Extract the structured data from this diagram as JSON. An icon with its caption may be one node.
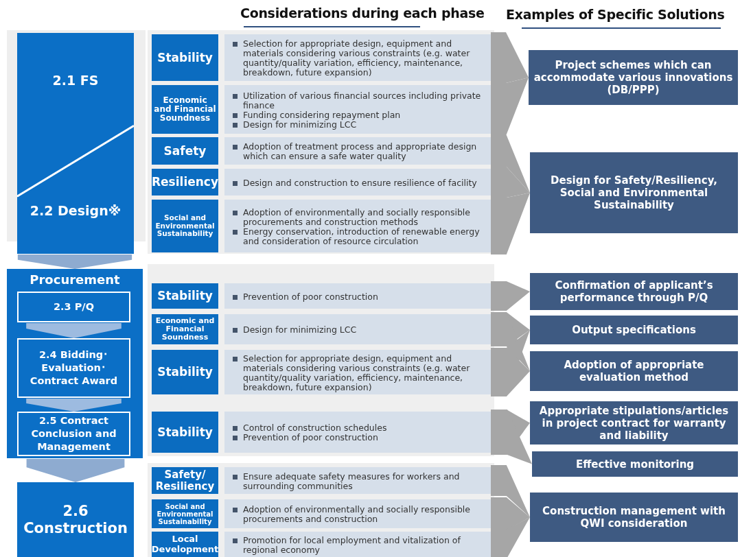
{
  "diagram": {
    "nodes": [
      {
        "text": [
          "2.1 FS",
          "2.2 Design※"
        ]
      },
      {
        "text": [
          "Procurement"
        ]
      },
      {
        "text": [
          "2.3 P/Q"
        ],
        "in": 1
      },
      {
        "text": [
          "2.4 Bidding･ Evaluation･ Contract Award"
        ],
        "in": 1
      },
      {
        "text": [
          "2.5 Contract Conclusion and Management"
        ],
        "in": 1
      },
      {
        "text": [
          "2.6 Construction"
        ]
      },
      {
        "text": [
          "Stability"
        ]
      },
      {
        "text": [
          "Selection for appropriate design, equipment and materials considering various constraints (e.g. water quantity/quality variation, efficiency, maintenance, breakdown, future expansion)"
        ]
      },
      {
        "text": [
          "Economic and Financial Soundness"
        ]
      },
      {
        "text": [
          "Utilization of various financial sources including private finance",
          "Funding considering repayment plan",
          "Design for minimizing LCC"
        ]
      },
      {
        "text": [
          "Safety"
        ]
      },
      {
        "text": [
          "Adoption of treatment process and appropriate design which can ensure a safe water quality"
        ]
      },
      {
        "text": [
          "Resiliency"
        ]
      },
      {
        "text": [
          "Design and construction to ensure resilience of facility"
        ]
      },
      {
        "text": [
          "Social and Environmental Sustainability"
        ]
      },
      {
        "text": [
          "Adoption of environmentally and socially responsible procurements and construction methods",
          "Energy conservation, introduction of renewable energy and consideration of resource circulation"
        ]
      },
      {
        "text": [
          "Stability"
        ]
      },
      {
        "text": [
          "Prevention of poor construction"
        ]
      },
      {
        "text": [
          "Economic and Financial Soundness"
        ]
      },
      {
        "text": [
          "Design for minimizing LCC"
        ]
      },
      {
        "text": [
          "Stability"
        ]
      },
      {
        "text": [
          "Selection for appropriate design, equipment and materials considering various constraints (e.g. water quantity/quality variation, efficiency, maintenance, breakdown, future expansion)"
        ]
      },
      {
        "text": [
          "Stability"
        ]
      },
      {
        "text": [
          "Control of construction schedules",
          "Prevention of poor construction"
        ]
      },
      {
        "text": [
          "Safety/ Resiliency"
        ]
      },
      {
        "text": [
          "Ensure adequate safety measures for workers and surrounding communities"
        ]
      },
      {
        "text": [
          "Social and Environmental Sustainability"
        ]
      },
      {
        "text": [
          "Adoption of environmentally and socially responsible procurements and construction"
        ]
      },
      {
        "text": [
          "Local Development"
        ]
      },
      {
        "text": [
          "Promotion for local employment and vitalization of regional economy"
        ]
      },
      {
        "text": [
          "Project schemes which can accommodate various innovations (DB/PPP)"
        ]
      },
      {
        "text": [
          "Design for Safety/Resiliency, Social and Environmental Sustainability"
        ]
      },
      {
        "text": [
          "Confirmation of applicant’s performance through P/Q"
        ]
      },
      {
        "text": [
          "Output specifications"
        ]
      },
      {
        "text": [
          "Adoption of appropriate evaluation method"
        ]
      },
      {
        "text": [
          "Appropriate stipulations/articles in project contract for warranty and liability"
        ]
      },
      {
        "text": [
          "Effective monitoring"
        ]
      },
      {
        "text": [
          "Construction management with QWI consideration"
        ]
      }
    ],
    "edges": [
      {
        "from": 0,
        "to": 1,
        "arrow": "to"
      },
      {
        "from": 2,
        "to": 3,
        "arrow": "to"
      },
      {
        "from": 3,
        "to": 4,
        "arrow": "to"
      },
      {
        "from": 1,
        "to": 5,
        "arrow": "to"
      },
      {
        "from": 7,
        "to": 30,
        "arrow": "to"
      },
      {
        "from": 9,
        "to": 30,
        "arrow": "to"
      },
      {
        "from": 11,
        "to": 31,
        "arrow": "to"
      },
      {
        "from": 13,
        "to": 31,
        "arrow": "to"
      },
      {
        "from": 15,
        "to": 31,
        "arrow": "to"
      },
      {
        "from": 17,
        "to": 32,
        "arrow": "to"
      },
      {
        "from": 19,
        "to": 33,
        "arrow": "to"
      },
      {
        "from": 19,
        "to": 34,
        "arrow": "to"
      },
      {
        "from": 21,
        "to": 33,
        "arrow": "to"
      },
      {
        "from": 21,
        "to": 34,
        "arrow": "to"
      },
      {
        "from": 23,
        "to": 35,
        "arrow": "to"
      },
      {
        "from": 23,
        "to": 36,
        "arrow": "to"
      },
      {
        "from": 25,
        "to": 37,
        "arrow": "to"
      },
      {
        "from": 27,
        "to": 37,
        "arrow": "to"
      },
      {
        "from": 29,
        "to": 37,
        "arrow": "to"
      }
    ],
    "labels": [
      "Considerations during each phase",
      "Examples of Specific Solutions"
    ]
  }
}
